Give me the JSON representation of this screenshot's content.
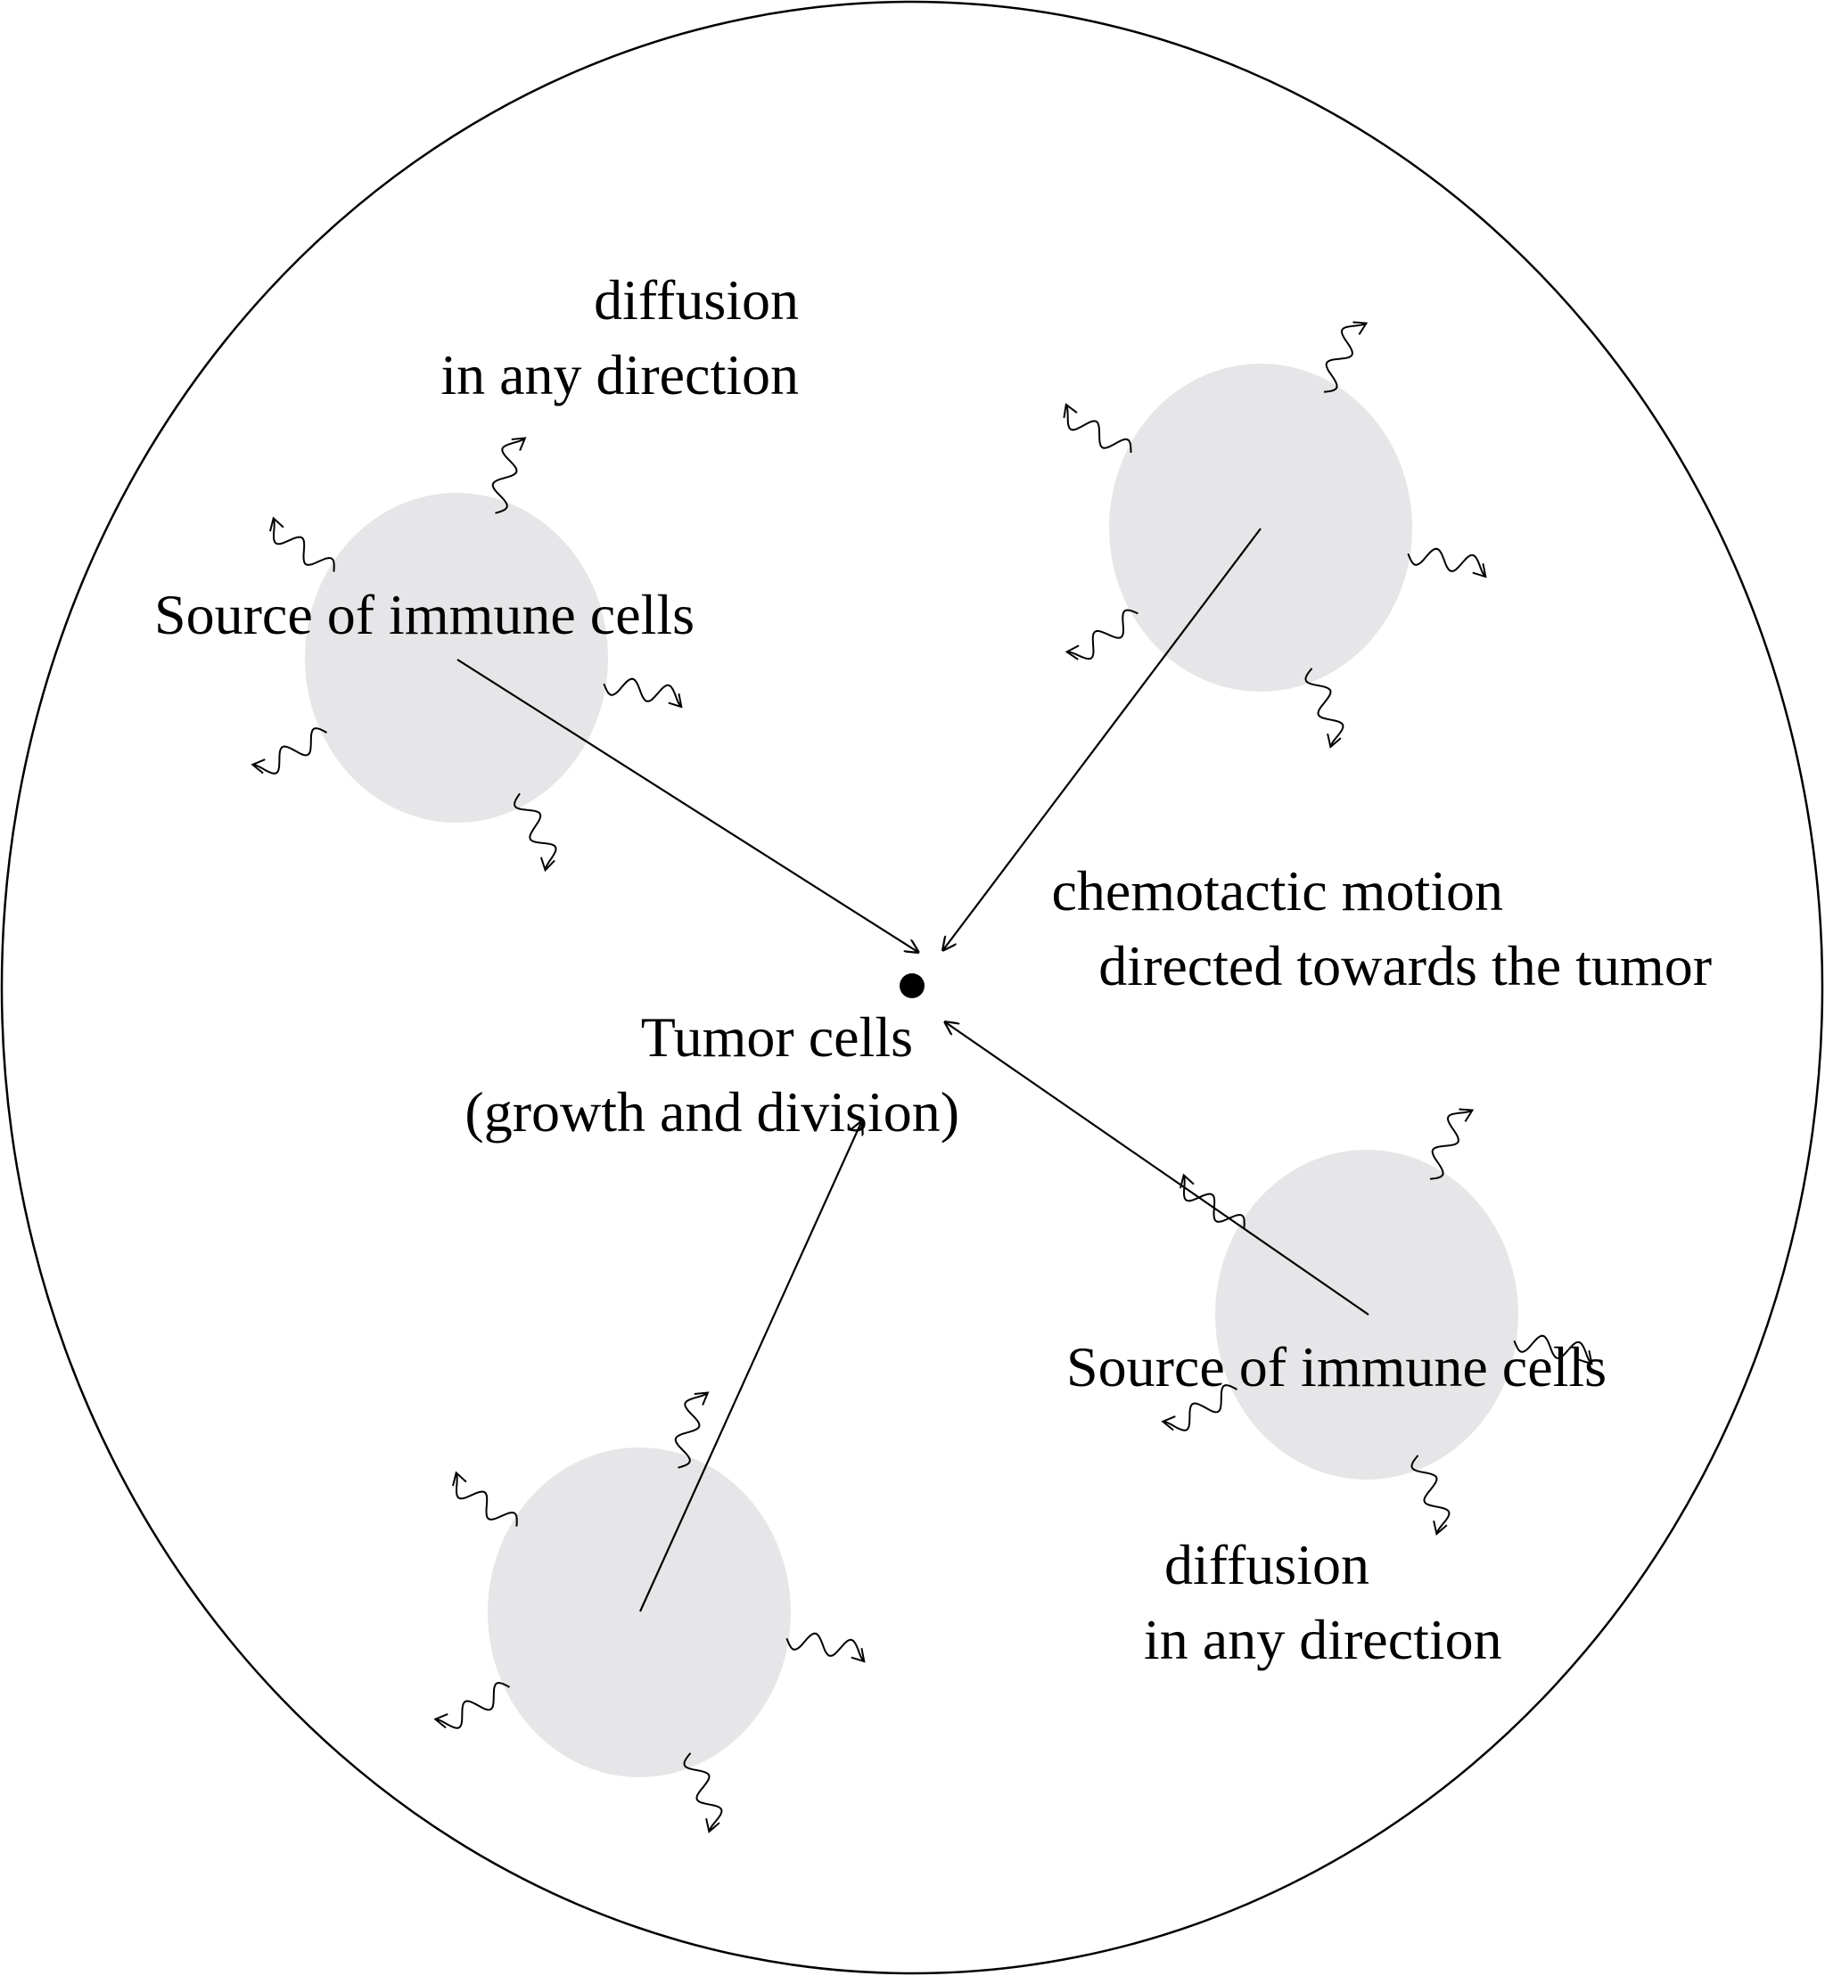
{
  "labels": {
    "diffusion_top": [
      "diffusion",
      "in any direction"
    ],
    "source_top": "Source of immune cells",
    "chemotactic": [
      "chemotactic motion",
      "directed towards the tumor"
    ],
    "tumor": [
      "Tumor cells",
      "(growth and division)"
    ],
    "source_bottom": "Source of immune cells",
    "diffusion_bottom": [
      "diffusion",
      "in any direction"
    ]
  },
  "colors": {
    "outline": "#000000",
    "source_fill": "#e6e6e8",
    "tumor_dot": "#000000"
  }
}
